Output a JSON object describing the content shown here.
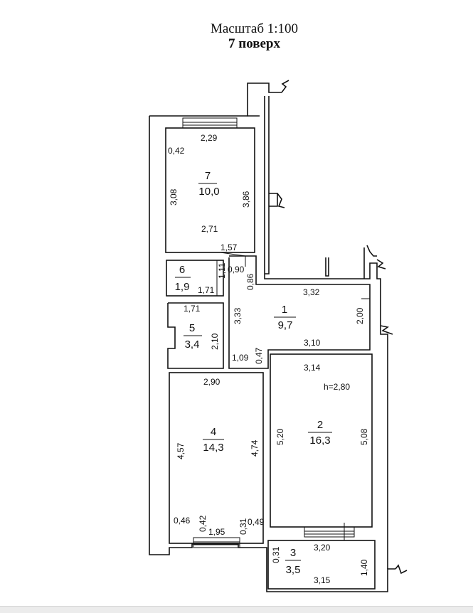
{
  "header": {
    "scale": "Масштаб 1:100",
    "floor": "7 поверх"
  },
  "rooms": [
    {
      "id": "1",
      "area": "9,7"
    },
    {
      "id": "2",
      "area": "16,3"
    },
    {
      "id": "3",
      "area": "3,5"
    },
    {
      "id": "4",
      "area": "14,3"
    },
    {
      "id": "5",
      "area": "3,4"
    },
    {
      "id": "6",
      "area": "1,9"
    },
    {
      "id": "7",
      "area": "10,0"
    }
  ],
  "ceiling_height": "h=2,80",
  "dimensions": {
    "r7_top": "2,29",
    "r7_left": "3,08",
    "r7_right": "3,86",
    "r7_bottom": "2,71",
    "r7_corner": "0,42",
    "above6": "1,57",
    "r6_a": "1,11",
    "r6_bottom": "1,71",
    "r6_b": "0,90",
    "r6_c": "0,86",
    "r5_top": "1,71",
    "r5_right": "2,10",
    "r1_top": "3,32",
    "r1_left": "3,33",
    "r1_right": "2,00",
    "r1_bottom": "3,10",
    "r1_c1": "1,09",
    "r1_c2": "0,47",
    "r2_top": "3,14",
    "r2_left": "5,20",
    "r2_right": "5,08",
    "r4_top": "2,90",
    "r4_left": "4,57",
    "r4_right": "4,74",
    "r4_b1": "0,46",
    "r4_b2": "0,42",
    "r4_b3": "1,95",
    "r4_b4": "0,31",
    "r4_b5": "0,49",
    "r3_top": "3,20",
    "r3_left": "0,31",
    "r3_right": "1,40",
    "r3_bottom": "3,15"
  }
}
